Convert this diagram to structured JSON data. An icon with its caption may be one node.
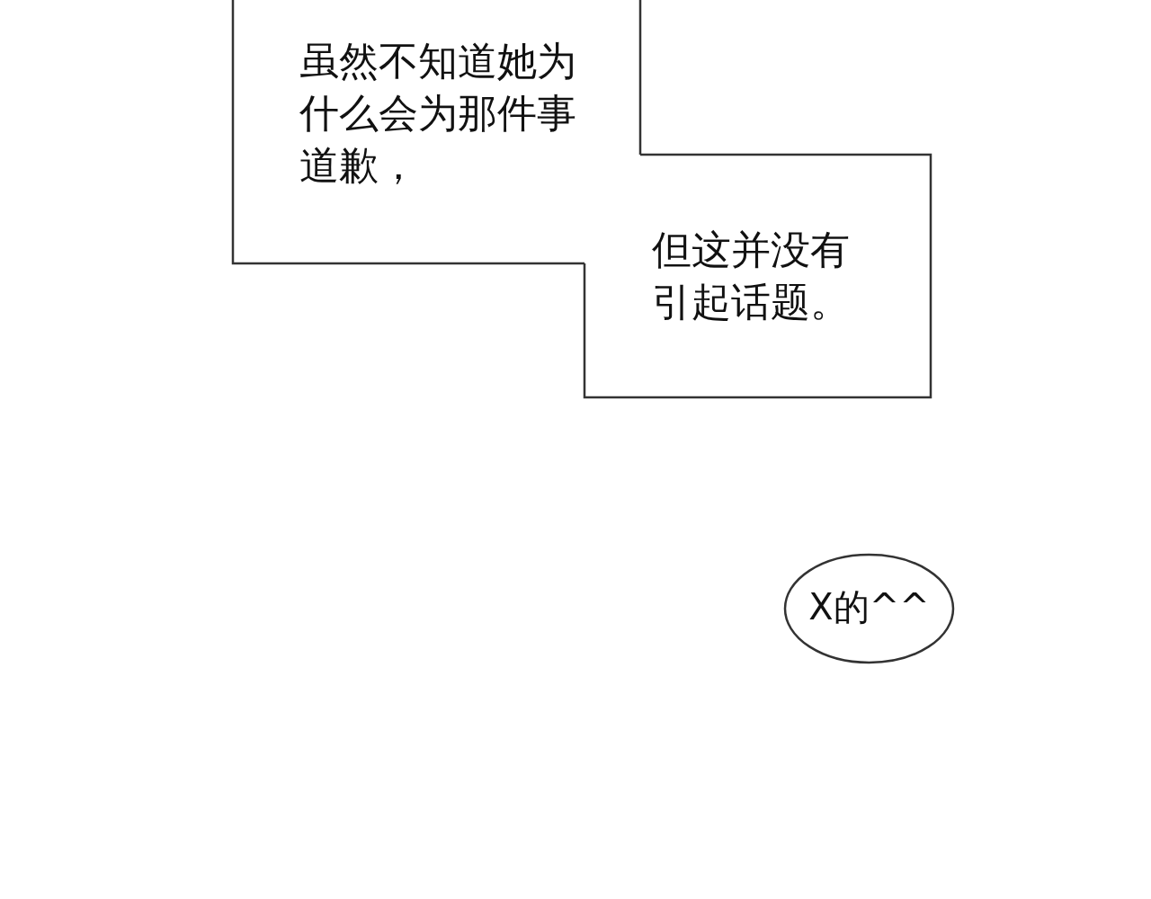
{
  "diagram": {
    "nodes": [
      {
        "text": [
          "虽然不知道她为什么会为那件事道歉，"
        ]
      },
      {
        "text": [
          "但这并没有引起话题。"
        ]
      },
      {
        "text": [
          "X的^^"
        ]
      }
    ]
  }
}
